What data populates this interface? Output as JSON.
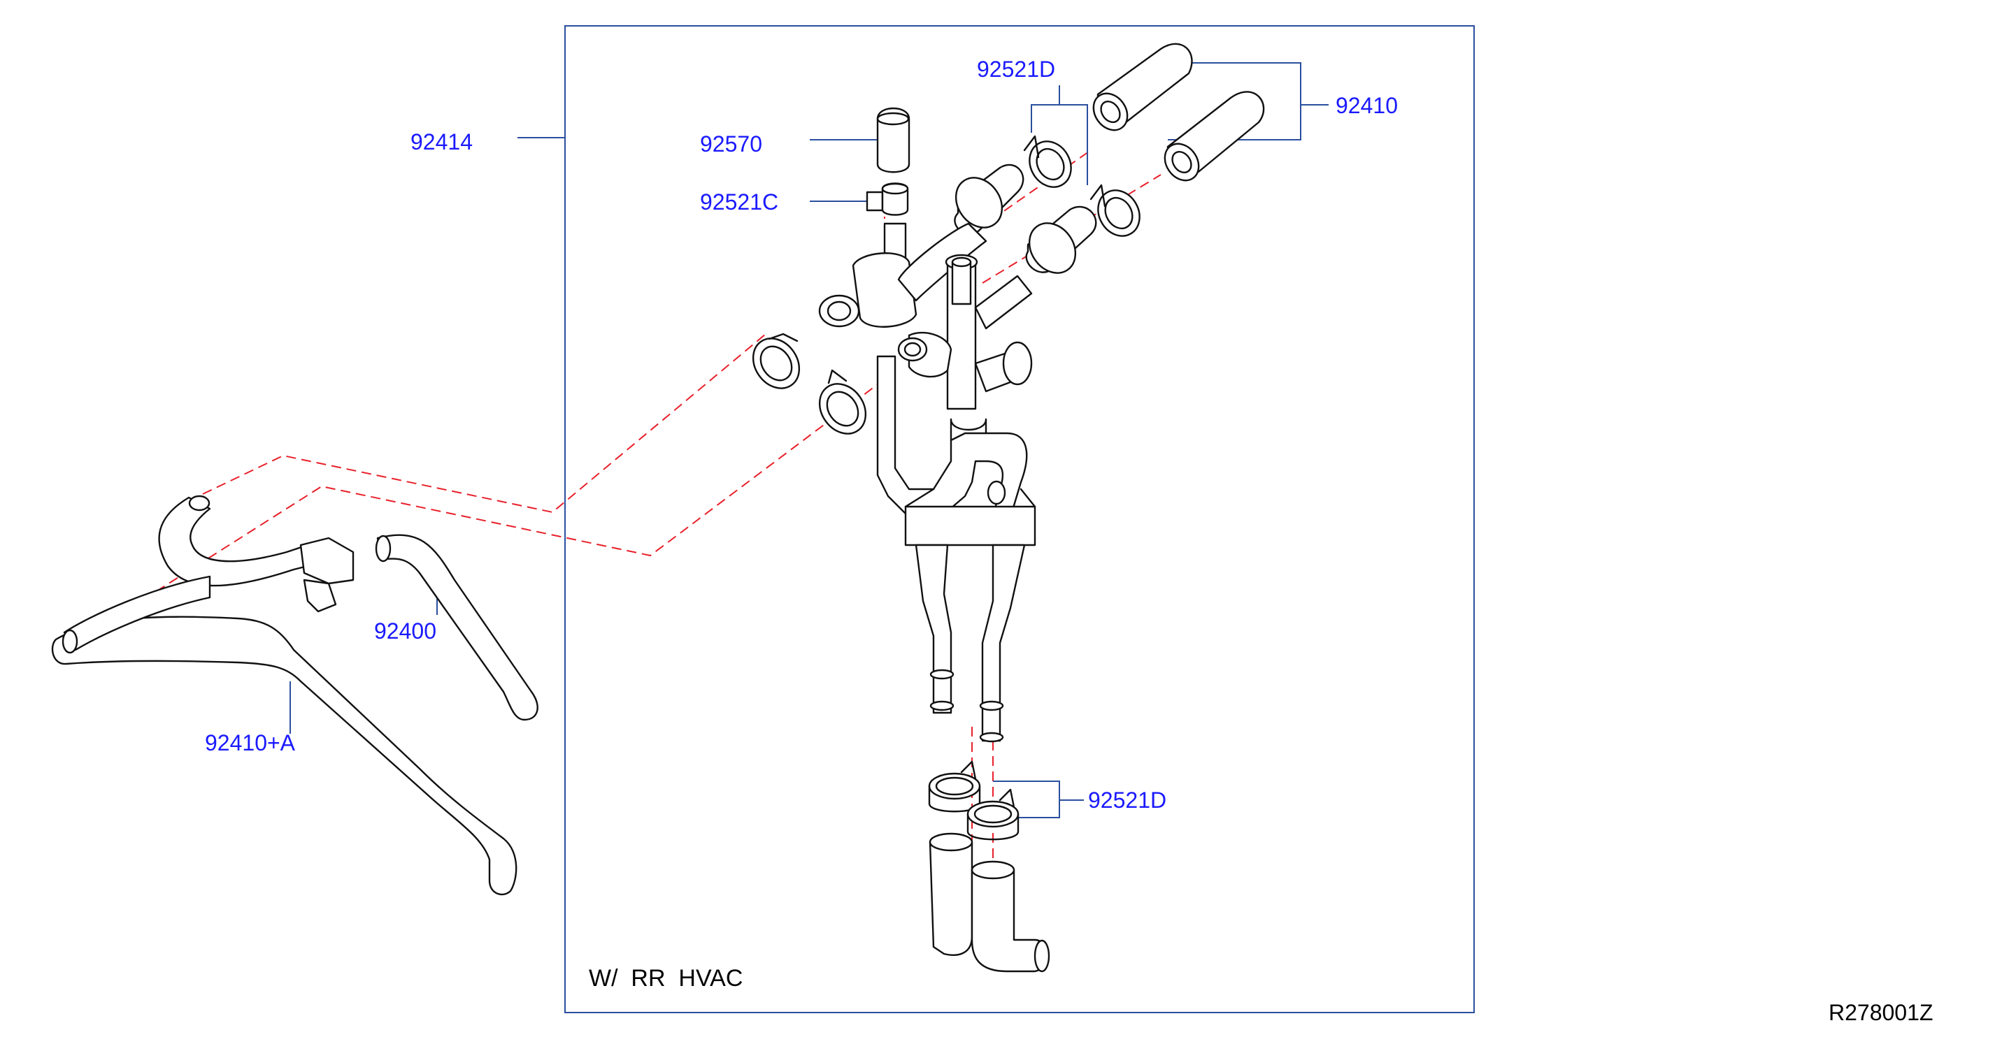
{
  "labels": {
    "p92414": "92414",
    "p92570": "92570",
    "p92521C": "92521C",
    "p92521D_top": "92521D",
    "p92410": "92410",
    "p92400": "92400",
    "p92410A": "92410+A",
    "p92521D_bottom": "92521D"
  },
  "note": "W/  RR  HVAC",
  "reference": "R278001Z",
  "colors": {
    "label": "#1a1aff",
    "leader": "#2a4f9e",
    "dashed_center": "#e8202a",
    "outline": "#111111"
  }
}
